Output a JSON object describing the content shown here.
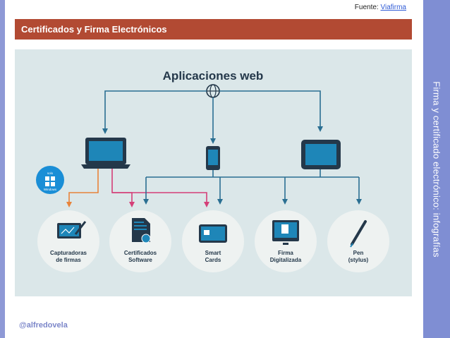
{
  "source": {
    "label": "Fuente:",
    "link": "Viafirma"
  },
  "header": {
    "title": "Certificados y Firma Electrónicos"
  },
  "sidebar": {
    "vertical_title": "Firma y certificado electrónico: infografías"
  },
  "footer": {
    "author": "@alfredovela"
  },
  "diagram": {
    "title": "Aplicaciones web",
    "windows_badge": {
      "line1": "solo",
      "line2": "Windows"
    },
    "nodes": [
      {
        "line1": "Capturadoras",
        "line2": "de firmas"
      },
      {
        "line1": "Certificados",
        "line2": "Software"
      },
      {
        "line1": "Smart",
        "line2": "Cards"
      },
      {
        "line1": "Firma",
        "line2": "Digitalizada"
      },
      {
        "line1": "Pen",
        "line2": "(stylus)"
      }
    ],
    "colors": {
      "blue_line": "#2a6f92",
      "orange_line": "#e8833a",
      "pink_line": "#d43f78",
      "circle": "#eef2f1",
      "windows": "#1a8ed6",
      "dark": "#24384a"
    }
  }
}
